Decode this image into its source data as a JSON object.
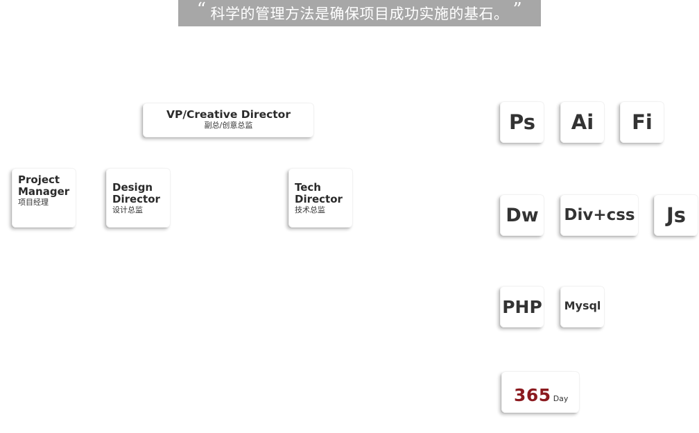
{
  "quote": {
    "open_mark": "“",
    "text": "科学的管理方法是确保项目成功实施的基石。",
    "close_mark": "”"
  },
  "org_chart": {
    "vp": {
      "title": "VP/Creative Director",
      "subtitle": "副总/创意总监"
    },
    "project_manager": {
      "title": "Project\nManager",
      "subtitle": "项目经理"
    },
    "design_director": {
      "title": "Design\nDirector",
      "subtitle": "设计总监"
    },
    "tech_director": {
      "title": "Tech\nDirector",
      "subtitle": "技术总监"
    }
  },
  "skills": {
    "ps": "Ps",
    "ai": "Ai",
    "fi": "Fi",
    "dw": "Dw",
    "divcss": "Div+css",
    "js": "Js",
    "php": "PHP",
    "mysql": "Mysql"
  },
  "availability": {
    "number": "365",
    "unit": "Day"
  },
  "colors": {
    "banner_bg": "#a7a7a7",
    "accent_red": "#8b1a1f"
  }
}
